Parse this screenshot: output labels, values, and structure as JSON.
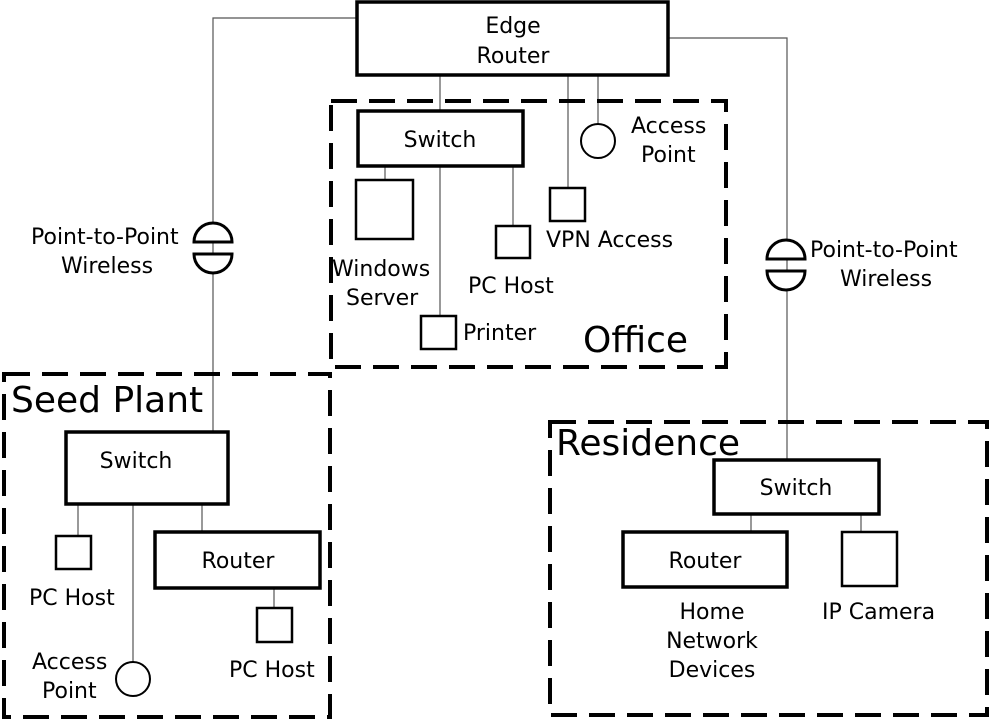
{
  "nodes": {
    "edge_router": [
      "Edge",
      "Router"
    ],
    "office_switch": "Switch",
    "access_point_office": [
      "Access",
      "Point"
    ],
    "vpn_access": "VPN Access",
    "pc_host_office": "PC Host",
    "windows_server": [
      "Windows",
      "Server"
    ],
    "printer": "Printer",
    "ptp_wireless_left": [
      "Point-to-Point",
      "Wireless"
    ],
    "ptp_wireless_right": [
      "Point-to-Point",
      "Wireless"
    ],
    "seed_switch": "Switch",
    "seed_router": "Router",
    "seed_pc_host_1": "PC Host",
    "seed_pc_host_2": "PC Host",
    "seed_access_point": [
      "Access",
      "Point"
    ],
    "res_switch": "Switch",
    "res_router": "Router",
    "home_network_devices": [
      "Home",
      "Network",
      "Devices"
    ],
    "ip_camera": "IP Camera"
  },
  "zones": {
    "office": "Office",
    "seed_plant": "Seed Plant",
    "residence": "Residence"
  }
}
